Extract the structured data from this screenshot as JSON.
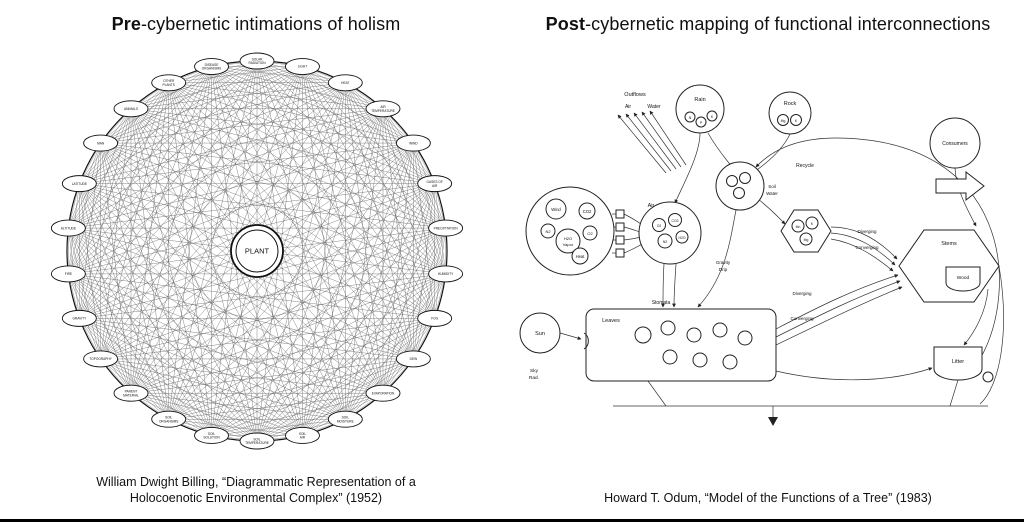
{
  "left_panel": {
    "title_bold": "Pre",
    "title_rest": "-cybernetic intimations of holism",
    "caption_line1": "William Dwight Billing, “Diagrammatic Representation of a",
    "caption_line2": "Holocoenotic Environmental Complex” (1952)",
    "diagram": {
      "center_label": "PLANT",
      "node_labels": [
        "SOLAR RADIATION",
        "LIGHT",
        "HEAT",
        "AIR TEMPERATURE",
        "WIND",
        "GASES OF AIR",
        "PRECIPITATION",
        "HUMIDITY",
        "FOG",
        "DEW",
        "EVAPORATION",
        "SOIL MOISTURE",
        "SOIL AIR",
        "SOIL TEMPERATURE",
        "SOIL SOLUTION",
        "SOIL ORGANISMS",
        "PARENT MATERIAL",
        "TOPOGRAPHY",
        "GRAVITY",
        "FIRE",
        "ALTITUDE",
        "LATITUDE",
        "MAN",
        "ANIMALS",
        "OTHER PLANTS",
        "DISEASE ORGANISMS"
      ]
    }
  },
  "right_panel": {
    "title_bold": "Post",
    "title_rest": "-cybernetic mapping of functional interconnections",
    "caption": "Howard T. Odum, “Model of the Functions of a Tree” (1983)",
    "diagram": {
      "labels": {
        "outflows": "Outflows",
        "air_col": "Air",
        "water_col": "Water",
        "rain": "Rain",
        "rock": "Rock",
        "consumers": "Consumers",
        "recycle": "Recycle",
        "wind": "Wind",
        "co2": "CO2",
        "n2": "N2",
        "h2o": "H2O",
        "vapor": "Vapor",
        "o2": "O2",
        "heat": "Heat",
        "air": "Air",
        "soil": "Soil",
        "water": "Water",
        "diverging_top": "Diverging",
        "converging_top": "Converging",
        "stems": "Stems",
        "wood": "Wood",
        "gravity": "Gravity",
        "drip": "Drip",
        "diverging_mid": "Diverging",
        "converging_mid": "Converging",
        "stomata": "Stomata",
        "leaves": "Leaves",
        "sun": "Sun",
        "sky": "Sky",
        "rad": "Rad.",
        "litter": "Litter"
      },
      "inner": {
        "air_cluster": [
          "O2",
          "CO2",
          "N2",
          "H2O"
        ],
        "rain_cluster": [
          "N",
          "P",
          "K"
        ],
        "rock_cluster": [
          "Mg",
          "K"
        ],
        "root_cluster": [
          "Mn",
          "K",
          "Mg"
        ]
      }
    }
  }
}
